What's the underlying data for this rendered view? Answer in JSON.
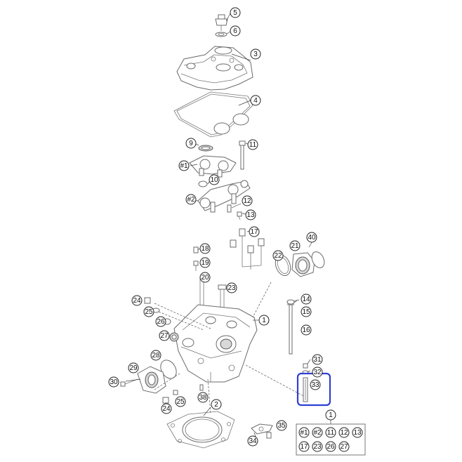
{
  "callouts": [
    {
      "id": "c5",
      "label": "5"
    },
    {
      "id": "c6",
      "label": "6"
    },
    {
      "id": "c3",
      "label": "3"
    },
    {
      "id": "c4",
      "label": "4"
    },
    {
      "id": "c9",
      "label": "9"
    },
    {
      "id": "c11",
      "label": "11"
    },
    {
      "id": "c1a",
      "label": "#1"
    },
    {
      "id": "c10",
      "label": "10"
    },
    {
      "id": "c2a",
      "label": "#2"
    },
    {
      "id": "c12",
      "label": "12"
    },
    {
      "id": "c13",
      "label": "13"
    },
    {
      "id": "c17",
      "label": "17"
    },
    {
      "id": "c40",
      "label": "40"
    },
    {
      "id": "c18",
      "label": "18"
    },
    {
      "id": "c21",
      "label": "21"
    },
    {
      "id": "c22",
      "label": "22"
    },
    {
      "id": "c19",
      "label": "19"
    },
    {
      "id": "c20",
      "label": "20"
    },
    {
      "id": "c23",
      "label": "23"
    },
    {
      "id": "c14",
      "label": "14"
    },
    {
      "id": "c24a",
      "label": "24"
    },
    {
      "id": "c15",
      "label": "15"
    },
    {
      "id": "c25a",
      "label": "25"
    },
    {
      "id": "c1",
      "label": "1"
    },
    {
      "id": "c26",
      "label": "26"
    },
    {
      "id": "c16",
      "label": "16"
    },
    {
      "id": "c27",
      "label": "27"
    },
    {
      "id": "c28",
      "label": "28"
    },
    {
      "id": "c31",
      "label": "31"
    },
    {
      "id": "c29",
      "label": "29"
    },
    {
      "id": "c32",
      "label": "32"
    },
    {
      "id": "c30",
      "label": "30"
    },
    {
      "id": "c33",
      "label": "33"
    },
    {
      "id": "c38",
      "label": "38"
    },
    {
      "id": "c24b",
      "label": "24"
    },
    {
      "id": "c25b",
      "label": "25"
    },
    {
      "id": "c2",
      "label": "2"
    },
    {
      "id": "c1b",
      "label": "1"
    },
    {
      "id": "c35",
      "label": "35"
    },
    {
      "id": "c34",
      "label": "34"
    }
  ],
  "kit": {
    "row1": [
      "#1",
      "#2",
      "11",
      "12",
      "13"
    ],
    "row2": [
      "17",
      "23",
      "26",
      "27"
    ]
  },
  "highlight_color": "#2f3fd6"
}
